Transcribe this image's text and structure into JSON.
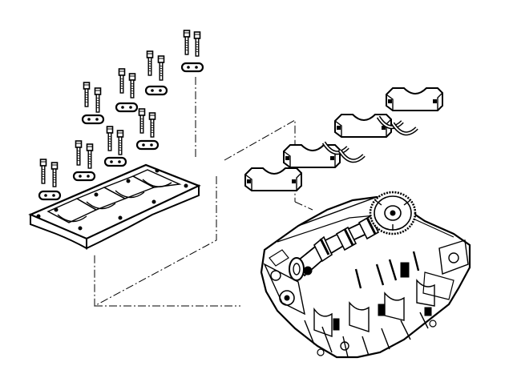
{
  "diagram": {
    "style": "black line-art exploded engine view",
    "background": "#ffffff",
    "ink": "#000000",
    "parts": [
      "bolt-array",
      "washer-plate",
      "bedplate",
      "main-bearing-cap",
      "thrust-washer",
      "engine-block",
      "crankshaft",
      "flywheel",
      "assembly-guide-line"
    ]
  }
}
